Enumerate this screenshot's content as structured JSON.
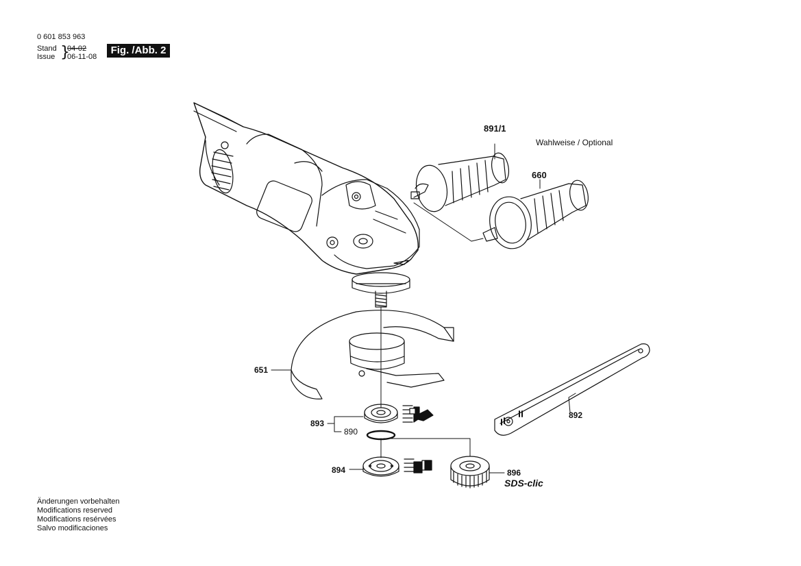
{
  "header": {
    "part_number": "0 601 853 963",
    "stand_label": "Stand",
    "issue_label": "Issue",
    "stand_old": "04-02",
    "issue_date": "06-11-08",
    "figure_label": "Fig. /Abb. 2"
  },
  "callouts": {
    "p891_1": "891/1",
    "p660": "660",
    "optional": "Wahlweise / Optional",
    "p651": "651",
    "p893": "893",
    "p890": "890",
    "p894": "894",
    "p896": "896",
    "sds": "SDS-clic",
    "p892": "892"
  },
  "footer_notes": [
    "Änderungen vorbehalten",
    "Modifications reserved",
    "Modifications resérvées",
    "Salvo modificaciones"
  ],
  "colors": {
    "ink": "#111111",
    "background": "#ffffff"
  }
}
